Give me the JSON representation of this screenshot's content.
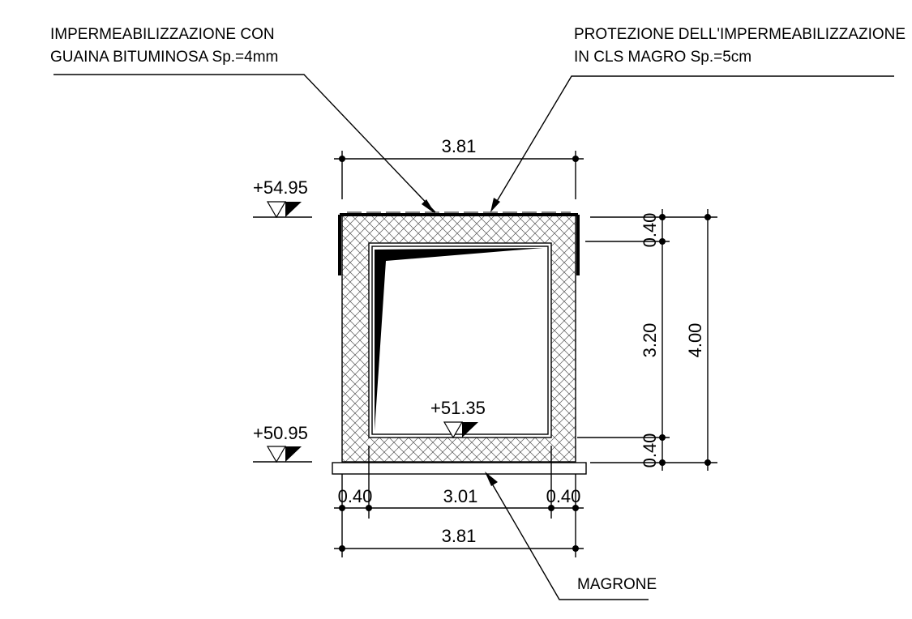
{
  "notes": {
    "membrane_line1": "IMPERMEABILIZZAZIONE CON",
    "membrane_line2": "GUAINA BITUMINOSA Sp.=4mm",
    "protection_line1": "PROTEZIONE DELL'IMPERMEABILIZZAZIONE",
    "protection_line2": "IN CLS MAGRO Sp.=5cm",
    "lean_concrete": "MAGRONE"
  },
  "levels": {
    "top": "+54.95",
    "bottom": "+50.95",
    "inner_floor": "+51.35"
  },
  "dimensions": {
    "top_width": "3.81",
    "bottom_width": "3.81",
    "inner_width": "3.01",
    "wall_left": "0.40",
    "wall_right": "0.40",
    "slab_top": "0.40",
    "slab_bottom": "0.40",
    "inner_height": "3.20",
    "total_height": "4.00"
  },
  "colors": {
    "line": "#000000",
    "hatch": "#555555"
  }
}
